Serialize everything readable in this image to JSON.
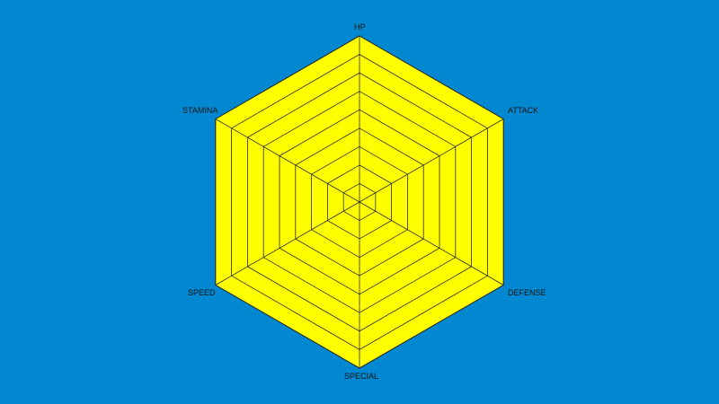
{
  "colors": {
    "background": "#0288d1",
    "web_fill": "#ffff00",
    "web_line": "#2a2a2a",
    "label": "#111111"
  },
  "radar": {
    "ring_count": 9,
    "axes": [
      {
        "key": "hp",
        "label": "HP"
      },
      {
        "key": "attack",
        "label": "ATTACK"
      },
      {
        "key": "defense",
        "label": "DEFENSE"
      },
      {
        "key": "special",
        "label": "SPECIAL"
      },
      {
        "key": "speed",
        "label": "SPEED"
      },
      {
        "key": "stamina",
        "label": "STAMINA"
      }
    ]
  }
}
